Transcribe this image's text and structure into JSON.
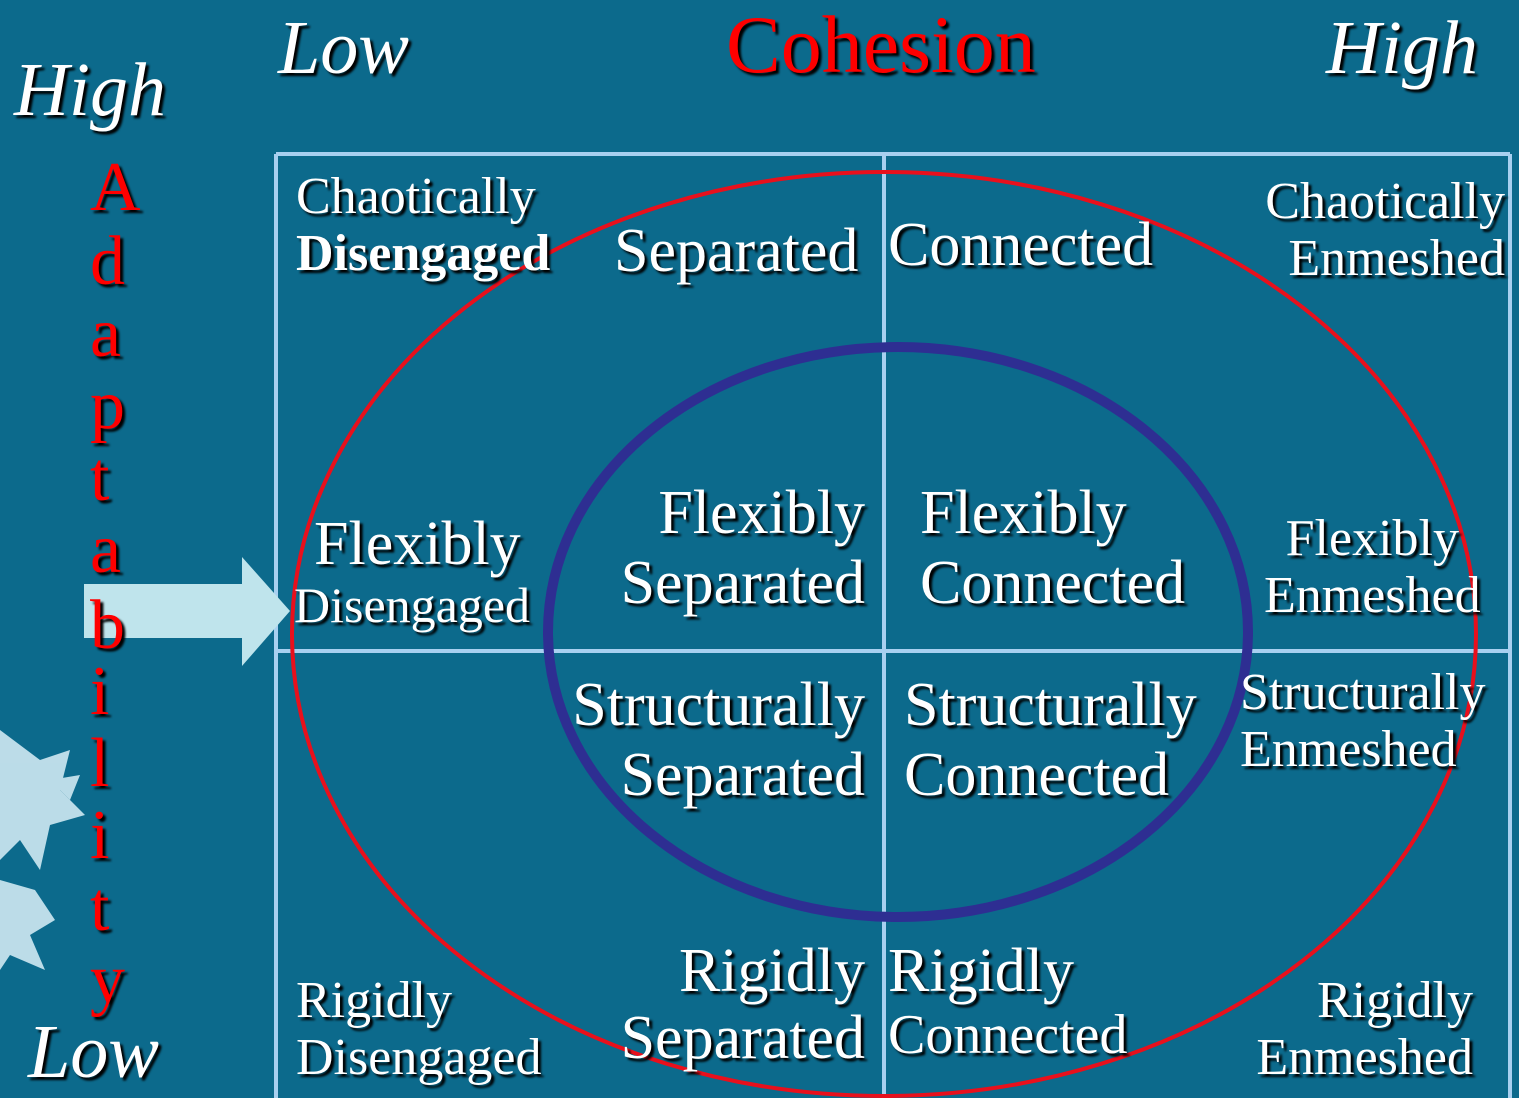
{
  "title": "Cohesion",
  "cohesion_axis": {
    "low": "Low",
    "high": "High"
  },
  "adaptability_axis": {
    "high": "High",
    "low": "Low",
    "letters": [
      "A",
      "d",
      "a",
      "p",
      "t",
      "a",
      "b",
      "i",
      "l",
      "i",
      "t",
      "y"
    ]
  },
  "cells": {
    "chaotically_disengaged": {
      "line1": "Chaotically",
      "line2": "Disengaged"
    },
    "separated": "Separated",
    "connected": "Connected",
    "chaotically_enmeshed": {
      "line1": "Chaotically",
      "line2": "Enmeshed"
    },
    "flexibly_disengaged": {
      "line1": "Flexibly",
      "line2": "Disengaged"
    },
    "flexibly_separated": {
      "line1": "Flexibly",
      "line2": "Separated"
    },
    "flexibly_connected": {
      "line1": "Flexibly",
      "line2": "Connected"
    },
    "flexibly_enmeshed": {
      "line1": "Flexibly",
      "line2": "Enmeshed"
    },
    "structurally_separated": {
      "line1": "Structurally",
      "line2": "Separated"
    },
    "structurally_connected": {
      "line1": "Structurally",
      "line2": "Connected"
    },
    "structurally_enmeshed": {
      "line1": "Structurally",
      "line2": "Enmeshed"
    },
    "rigidly_disengaged": {
      "line1": "Rigidly",
      "line2": "Disengaged"
    },
    "rigidly_separated": {
      "line1": "Rigidly",
      "line2": "Separated"
    },
    "rigidly_connected": {
      "line1": "Rigidly",
      "line2": "Connected"
    },
    "rigidly_enmeshed": {
      "line1": "Rigidly",
      "line2": "Enmeshed"
    }
  },
  "colors": {
    "background": "#0c6a8c",
    "grid": "#a8d0f0",
    "outer_ellipse": "#e8101c",
    "inner_ellipse": "#2e2e92",
    "arrow": "#bfe4ec",
    "title": "#ff0000"
  }
}
